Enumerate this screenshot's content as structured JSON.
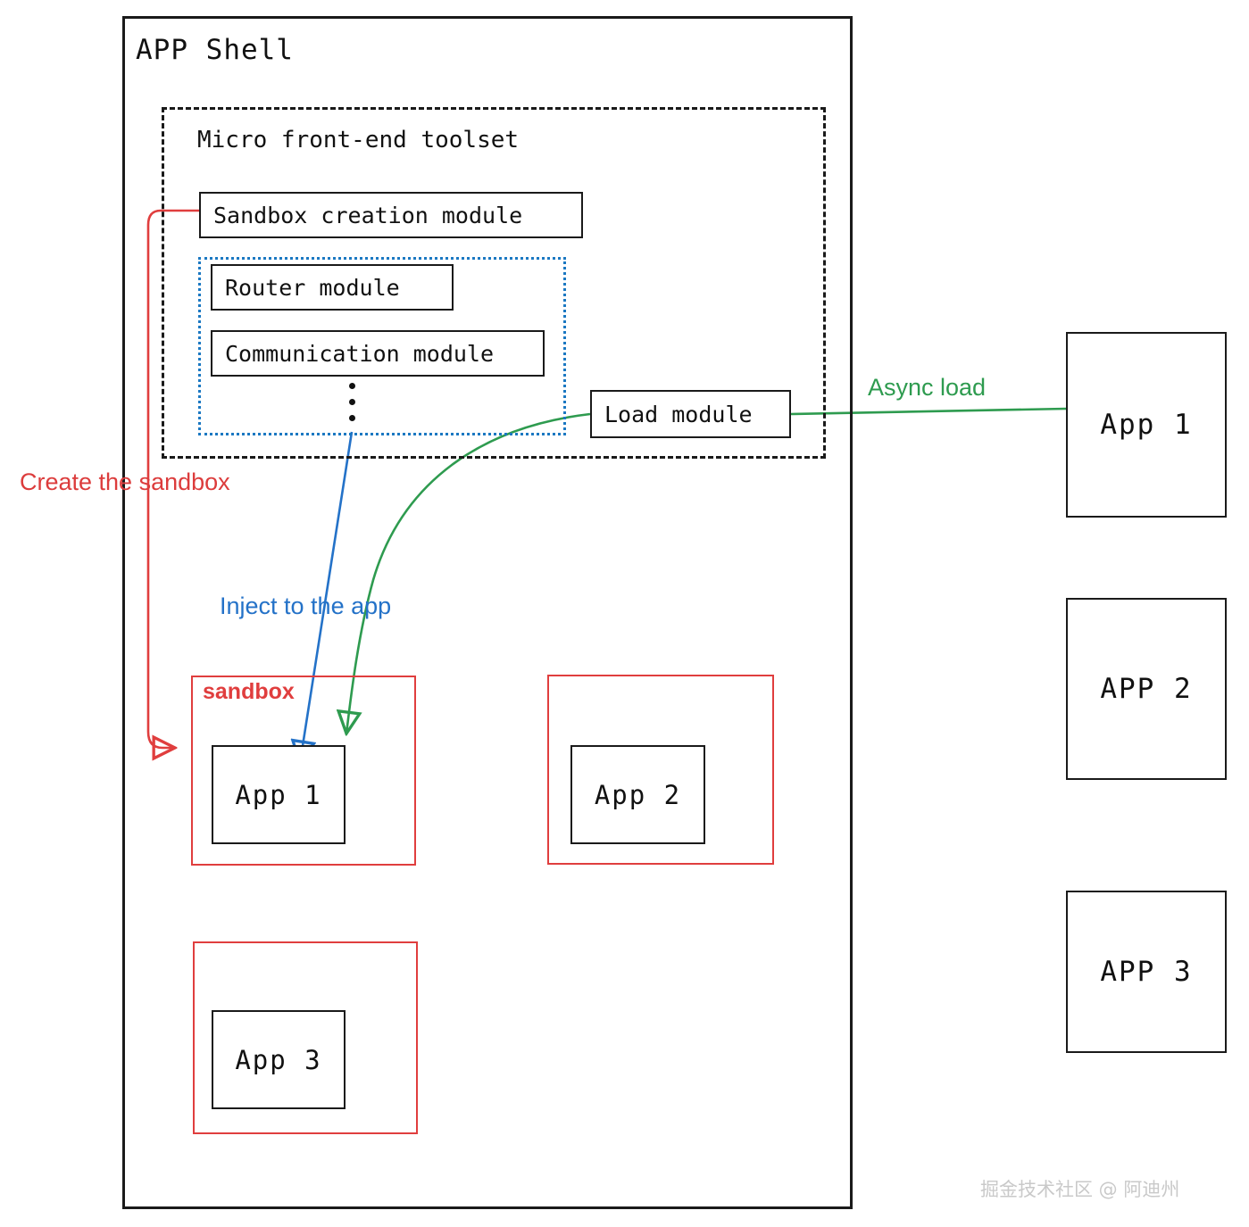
{
  "diagram": {
    "title": "APP Shell",
    "toolset_title": "Micro front-end toolset",
    "modules": {
      "sandbox_creation": "Sandbox creation module",
      "router": "Router module",
      "communication": "Communication module",
      "load": "Load module"
    },
    "sandbox_label": "sandbox",
    "inner_apps": [
      {
        "label": "App 1"
      },
      {
        "label": "App 2"
      },
      {
        "label": "App 3"
      }
    ],
    "external_apps": [
      {
        "label": "App 1"
      },
      {
        "label": "APP 2"
      },
      {
        "label": "APP 3"
      }
    ],
    "annotations": {
      "create_sandbox": "Create the sandbox",
      "inject_to_app": "Inject to the app",
      "async_load": "Async load"
    },
    "watermark": "掘金技术社区 @ 阿迪州",
    "colors": {
      "outline": "#1a1a1a",
      "red": "#e03e3e",
      "red_text": "#dc3c3c",
      "blue": "#1b78c2",
      "blue_text": "#2472c8",
      "green": "#2e9b4f",
      "watermark": "#c9c9c9"
    }
  }
}
